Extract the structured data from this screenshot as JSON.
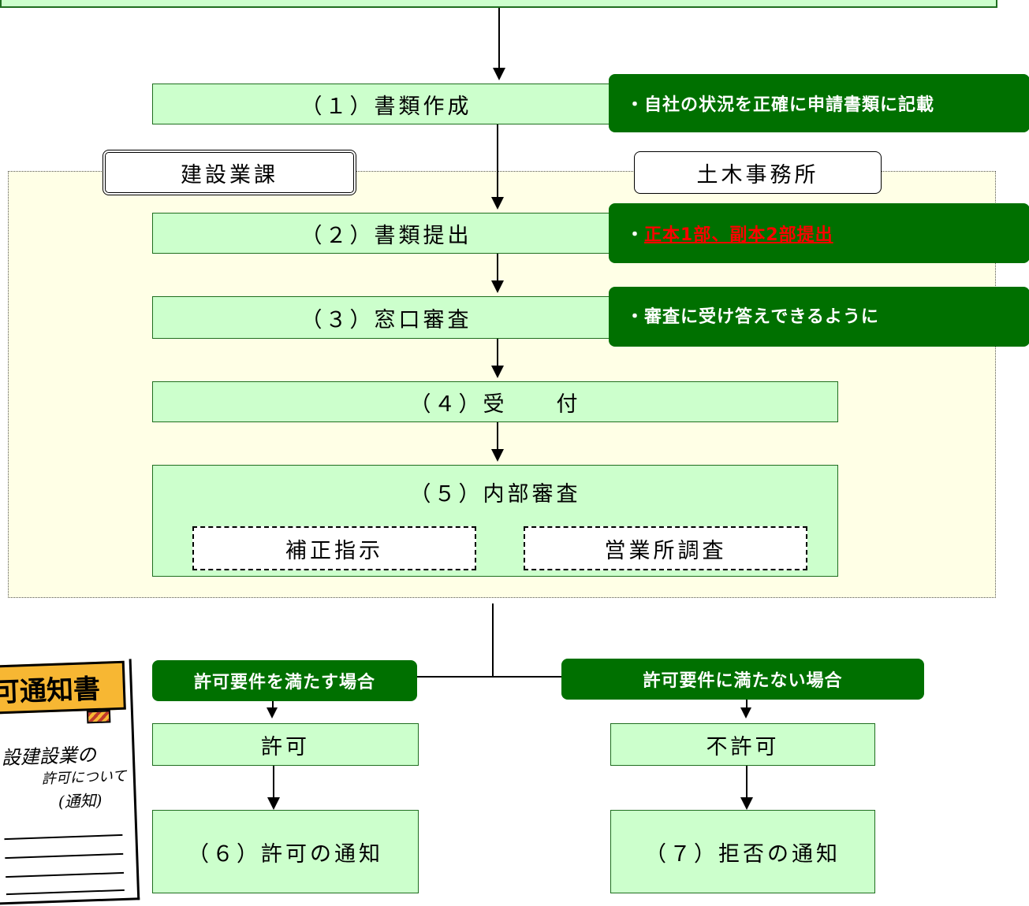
{
  "steps": {
    "s1": "（１）書類作成",
    "s2": "（２）書類提出",
    "s3": "（３）窓口審査",
    "s4": "（４）受　　付",
    "s5": "（５）内部審査",
    "s5a": "補正指示",
    "s5b": "営業所調査",
    "permit": "許可",
    "deny": "不許可",
    "s6": "（６）許可の通知",
    "s7": "（７）拒否の通知"
  },
  "notes": {
    "n1": "・自社の状況を正確に申請書類に記載",
    "n2_bullet": "・",
    "n2_text": "正本1部、副本2部提出",
    "n3": "・審査に受け答えできるように"
  },
  "departments": {
    "left": "建設業課",
    "right": "土木事務所"
  },
  "conditions": {
    "meets": "許可要件を満たす場合",
    "fails": "許可要件に満たない場合"
  },
  "illustration": {
    "title": "可通知書",
    "line1": "設建設業の",
    "line2": "許可について",
    "line3": "(通知)"
  },
  "colors": {
    "step_fill": "#ccffcc",
    "note_fill": "#007000",
    "area_fill": "#ffffe6",
    "highlight": "#ff0000"
  }
}
